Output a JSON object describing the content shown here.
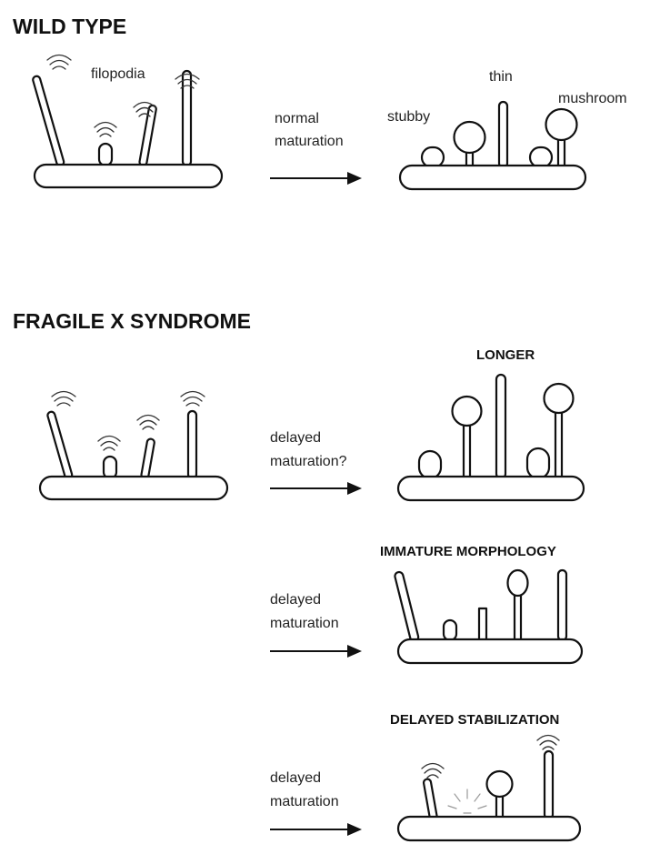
{
  "sections": {
    "wild_type": {
      "title": "WILD TYPE",
      "labels": {
        "filopodia": "filopodia",
        "thin": "thin",
        "stubby": "stubby",
        "mushroom": "mushroom"
      },
      "arrow_text": [
        "normal",
        "maturation"
      ]
    },
    "fragile_x": {
      "title": "FRAGILE X SYNDROME",
      "rows": [
        {
          "heading": "LONGER",
          "arrow_text": [
            "delayed",
            "maturation?"
          ]
        },
        {
          "heading": "IMMATURE MORPHOLOGY",
          "arrow_text": [
            "delayed",
            "maturation"
          ]
        },
        {
          "heading": "DELAYED STABILIZATION",
          "arrow_text": [
            "delayed",
            "maturation"
          ]
        }
      ]
    }
  }
}
